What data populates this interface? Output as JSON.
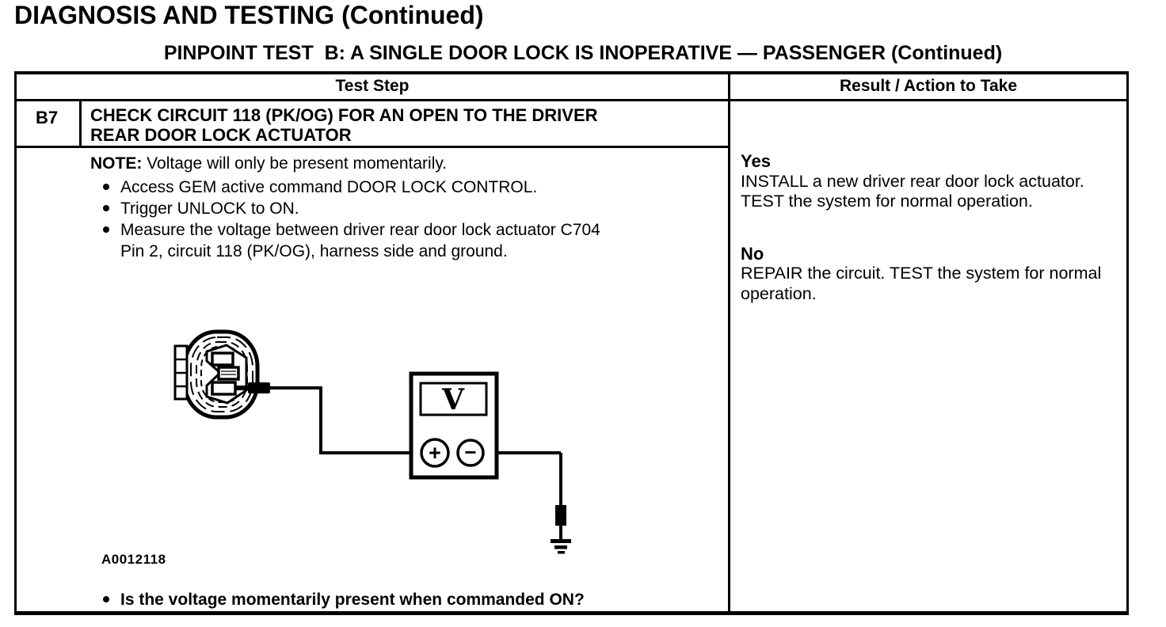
{
  "header": {
    "title": "DIAGNOSIS AND TESTING (Continued)",
    "subtitle": "PINPOINT TEST  B: A SINGLE DOOR LOCK IS INOPERATIVE — PASSENGER (Continued)"
  },
  "table": {
    "col_test_step": "Test Step",
    "col_result": "Result / Action to Take",
    "step_id": "B7",
    "step_title_lines": [
      "CHECK CIRCUIT 118 (PK/OG) FOR AN OPEN TO THE DRIVER",
      "REAR DOOR LOCK ACTUATOR"
    ],
    "note_label": "NOTE:",
    "note_text": "Voltage will only be present momentarily.",
    "bullets": [
      "Access GEM active command DOOR LOCK CONTROL.",
      "Trigger UNLOCK to ON.",
      "Measure the voltage between driver rear door lock actuator C704 Pin 2, circuit 118 (PK/OG), harness side and ground."
    ],
    "question": "Is the voltage momentarily present when commanded ON?"
  },
  "figure": {
    "label": "A0012118",
    "meter_display": "V",
    "plus_terminal": "+",
    "minus_terminal": "−"
  },
  "result": {
    "yes_label": "Yes",
    "yes_action": "INSTALL a new driver rear door lock actuator. TEST the system for normal operation.",
    "no_label": "No",
    "no_action": "REPAIR the circuit. TEST the system for normal operation."
  }
}
